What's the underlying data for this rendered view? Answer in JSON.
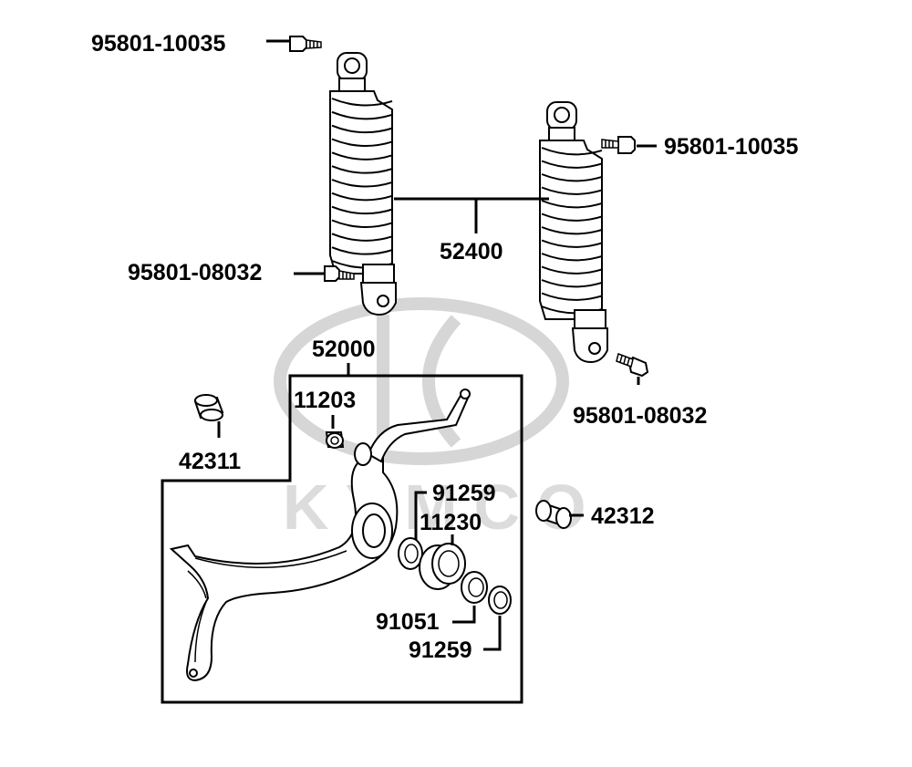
{
  "diagram": {
    "watermark": {
      "brand_text": "KYMCO"
    },
    "labels": {
      "bolt_upper_left": "95801-10035",
      "bolt_upper_right": "95801-10035",
      "shock_assembly": "52400",
      "bolt_lower_left": "95801-08032",
      "bolt_lower_right": "95801-08032",
      "swing_arm_assembly": "52000",
      "bushing_small": "11203",
      "collar_left": "42311",
      "collar_right": "42312",
      "oil_seal_top": "91259",
      "bearing_housing": "11230",
      "bearing": "91051",
      "oil_seal_bottom": "91259"
    }
  }
}
